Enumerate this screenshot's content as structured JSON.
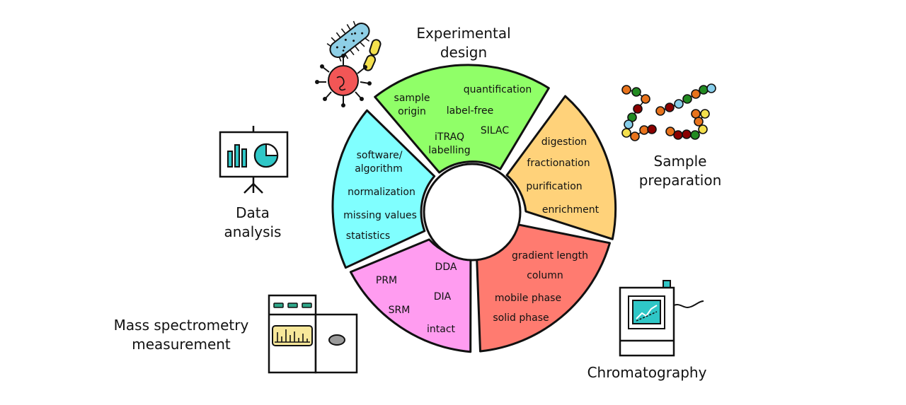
{
  "segments": {
    "experimental": {
      "color": "#90FF68",
      "items": [
        "sample",
        "origin",
        "quantification",
        "label-free",
        "iTRAQ",
        "labelling",
        "SILAC"
      ]
    },
    "sample_prep": {
      "color": "#FFD27A",
      "items": [
        "digestion",
        "fractionation",
        "purification",
        "enrichment"
      ]
    },
    "chromatography": {
      "color": "#FF7B70",
      "items": [
        "gradient length",
        "column",
        "mobile phase",
        "solid phase"
      ]
    },
    "mass_spec": {
      "color": "#FF9CF0",
      "items": [
        "PRM",
        "DDA",
        "DIA",
        "SRM",
        "intact"
      ]
    },
    "data_analysis": {
      "color": "#80FFFF",
      "items": [
        "software/",
        "algorithm",
        "normalization",
        "missing values",
        "statistics"
      ]
    }
  },
  "labels": {
    "experimental": [
      "Experimental",
      "design"
    ],
    "sample_prep": [
      "Sample",
      "preparation"
    ],
    "chromatography": "Chromatography",
    "mass_spec": [
      "Mass spectrometry",
      "measurement"
    ],
    "data_analysis": [
      "Data",
      "analysis"
    ]
  },
  "icons": {
    "microbes": "microbes-icon",
    "bead_chain": "amino-acid-chain-icon",
    "chromatograph": "chromatography-instrument-icon",
    "mass_spectrometer": "mass-spectrometer-icon",
    "presentation": "presentation-board-icon"
  }
}
